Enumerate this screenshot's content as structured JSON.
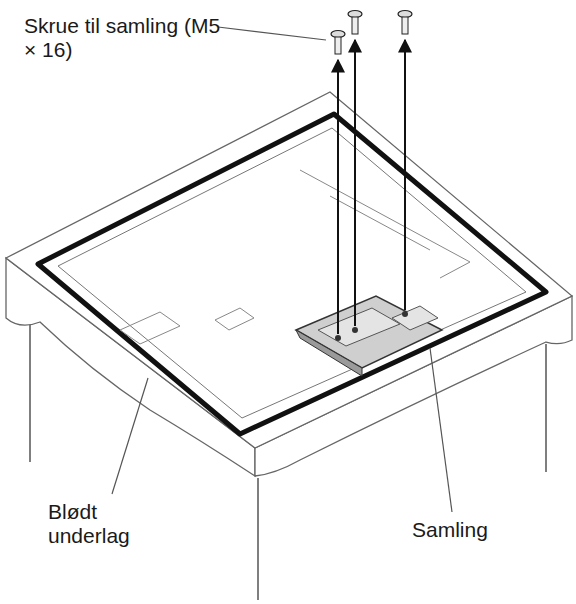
{
  "diagram": {
    "labels": [
      "Skrue til samling (M5 × 16)",
      "Blødt underlag",
      "Samling"
    ]
  }
}
